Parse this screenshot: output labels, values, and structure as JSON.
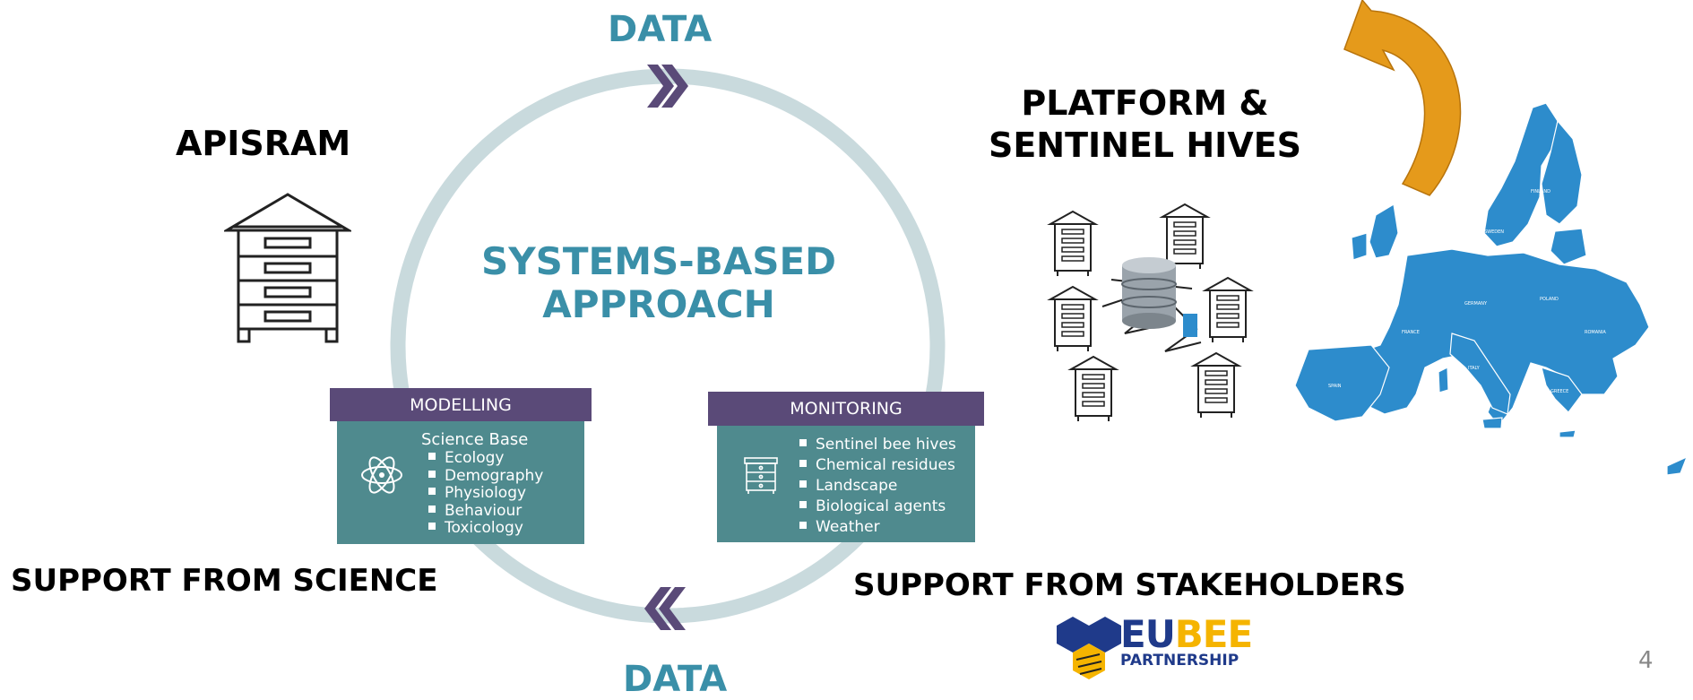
{
  "center": {
    "line1": "SYSTEMS-BASED",
    "line2": "APPROACH"
  },
  "data_top": "DATA",
  "data_bottom": "DATA",
  "left": {
    "title": "APISRAM",
    "caption": "SUPPORT FROM SCIENCE"
  },
  "right": {
    "title_line1": "PLATFORM &",
    "title_line2": "SENTINEL HIVES",
    "caption": "SUPPORT FROM STAKEHOLDERS"
  },
  "modelling": {
    "title": "MODELLING",
    "subtitle": "Science Base",
    "items": [
      "Ecology",
      "Demography",
      "Physiology",
      "Behaviour",
      "Toxicology"
    ],
    "icon": "atom-icon"
  },
  "monitoring": {
    "title": "MONITORING",
    "items": [
      "Sentinel bee hives",
      "Chemical residues",
      "Landscape",
      "Biological agents",
      "Weather"
    ],
    "icon": "beehive-icon"
  },
  "map": {
    "labels": [
      "FINLAND",
      "SWEDEN",
      "POLAND",
      "GERMANY",
      "FRANCE",
      "ROMANIA",
      "SPAIN",
      "ITALY",
      "GREECE"
    ]
  },
  "logo": {
    "eu": "EU",
    "bee": "BEE",
    "partnership": "PARTNERSHIP"
  },
  "page_number": "4",
  "colors": {
    "teal_text": "#3a8fa8",
    "purple": "#5a4a78",
    "panel_teal": "#4f8a8e",
    "ring": "#c9dadd",
    "map_blue": "#2d8ccc",
    "arrow_orange": "#e59a1b",
    "logo_navy": "#1f3a8a",
    "logo_yellow": "#f5b400"
  }
}
